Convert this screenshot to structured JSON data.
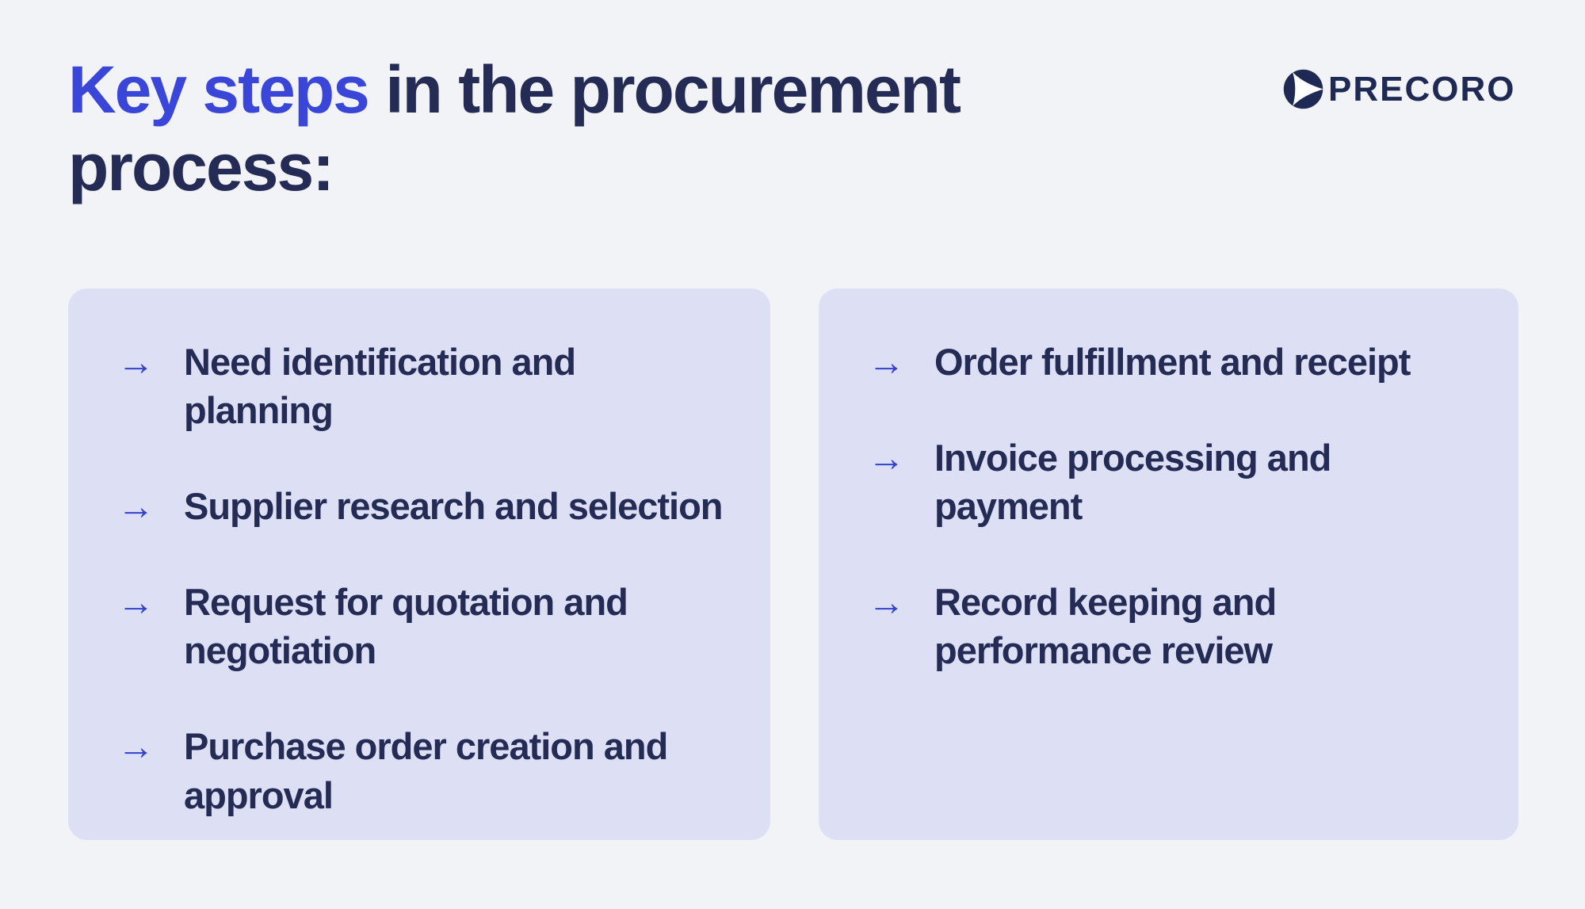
{
  "page": {
    "background": "#f2f3f7"
  },
  "header": {
    "title": {
      "accent": "Key steps",
      "rest": " in the procurement",
      "line2": "process:"
    },
    "logo": {
      "text": "PRECORO",
      "icon": "precoro-mark"
    }
  },
  "glyphs": {
    "arrow": "→"
  },
  "colors": {
    "page_bg": "#f2f3f7",
    "card_bg": "#dde0f5",
    "navy_text": "#242b54",
    "accent_blue": "#3a46d8",
    "arrow_blue": "#3342cd",
    "logo_navy": "#1f2a54"
  },
  "cards": [
    {
      "items": [
        {
          "text": "Need identification and\nplanning"
        },
        {
          "text": "Supplier research and selection"
        },
        {
          "text": "Request for quotation and\nnegotiation"
        },
        {
          "text": "Purchase order creation and\napproval"
        }
      ]
    },
    {
      "items": [
        {
          "text": "Order fulfillment and receipt"
        },
        {
          "text": "Invoice processing and\npayment"
        },
        {
          "text": "Record keeping and\nperformance review"
        }
      ]
    }
  ]
}
